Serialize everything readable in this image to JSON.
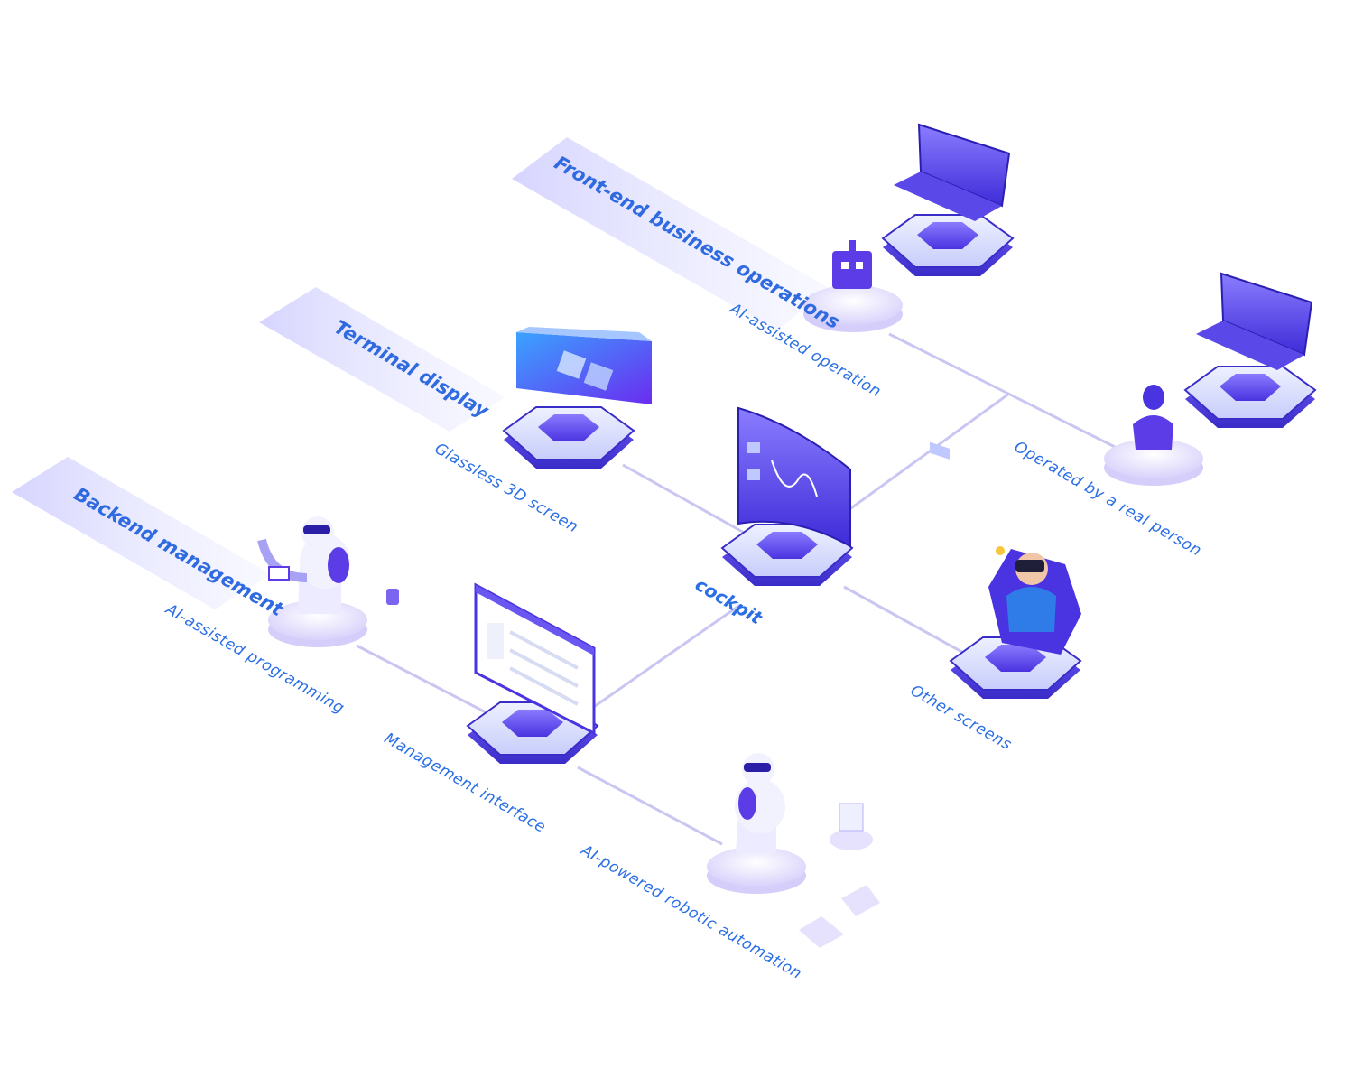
{
  "categories": {
    "front_end": "Front-end business operations",
    "terminal": "Terminal display",
    "backend": "Backend management"
  },
  "nodes": {
    "ai_operation": "AI-assisted operation",
    "real_person": "Operated by a real person",
    "glassless_3d": "Glassless  3D screen",
    "cockpit": "cockpit",
    "other_screens": "Other screens",
    "ai_programming": "AI-assisted programming",
    "management_interface": "Management interface",
    "ai_rpa": "AI-powered robotic automation"
  },
  "colors": {
    "accent": "#2b6fe6",
    "purple": "#5b3ce6",
    "band": "#dcdcff",
    "line": "#c9c6f2"
  }
}
